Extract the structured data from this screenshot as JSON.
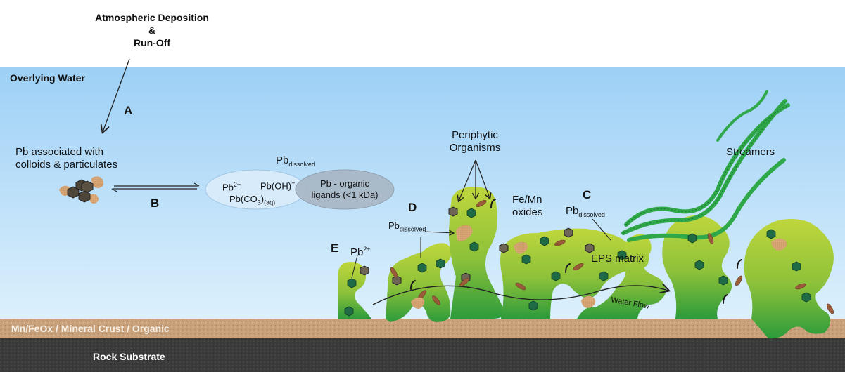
{
  "source": {
    "line1": "Atmospheric Deposition",
    "line2": "&",
    "line3": "Run-Off"
  },
  "layers": {
    "water": "Overlying Water",
    "crust": "Mn/FeOx / Mineral Crust / Organic",
    "rock": "Rock Substrate"
  },
  "letters": {
    "a": "A",
    "b": "B",
    "c": "C",
    "d": "D",
    "e": "E"
  },
  "colloids": {
    "line1": "Pb associated with",
    "line2": "colloids & particulates"
  },
  "dissolved": {
    "pb": "Pb",
    "sub": "dissolved",
    "ion": "Pb",
    "ion_sup": "2+",
    "hydroxide": "Pb(OH)",
    "hydroxide_sup": "+",
    "carbonate": "Pb(CO",
    "carbonate_sub3": "3",
    "carbonate_close": ")",
    "carbonate_sub_aq": "(aq)",
    "organic_line1": "Pb - organic",
    "organic_line2": "ligands (<1 kDa)"
  },
  "labels": {
    "periphytic_line1": "Periphytic",
    "periphytic_line2": "Organisms",
    "femn_line1": "Fe/Mn",
    "femn_line2": "oxides",
    "streamers": "Streamers",
    "eps": "EPS matrix",
    "water_flow": "Water Flow",
    "pb_d": "Pb",
    "pb_d_sub": "dissolved",
    "pb_c": "Pb",
    "pb_c_sub": "dissolved",
    "pb_e": "Pb",
    "pb_e_sup": "2+"
  },
  "colors": {
    "water_top": "#a6d6f8",
    "water_bottom": "#d8eefb",
    "crust": "#c9a27a",
    "rock": "#3b3b3b",
    "biofilm_light": "#b9d23a",
    "biofilm_dark": "#2f9a3a",
    "streamer": "#2fa84a",
    "hexagon_green": "#1f6b45",
    "hexagon_grey": "#6b6355",
    "particle": "#d8a878",
    "ellipse_blue": "#d9ecfb",
    "ellipse_grey": "#a9b7c4"
  }
}
